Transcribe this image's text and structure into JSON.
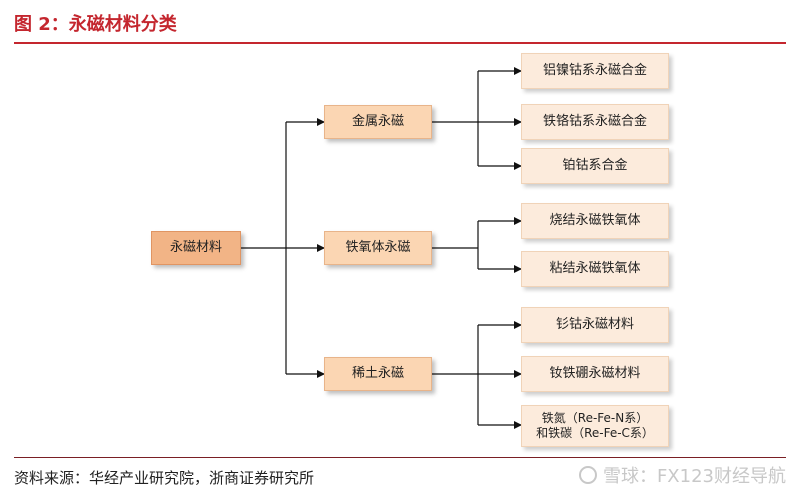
{
  "figure": {
    "title": "图 2：永磁材料分类",
    "source": "资料来源：华经产业研究院，浙商证券研究所",
    "watermark": "雪球：FX123财经导航"
  },
  "diagram": {
    "root": "永磁材料",
    "categories": [
      {
        "label": "金属永磁",
        "children": [
          "铝镍钴系永磁合金",
          "铁铬钴系永磁合金",
          "铂钴系合金"
        ]
      },
      {
        "label": "铁氧体永磁",
        "children": [
          "烧结永磁铁氧体",
          "粘结永磁铁氧体"
        ]
      },
      {
        "label": "稀土永磁",
        "children": [
          "钐钴永磁材料",
          "钕铁硼永磁材料",
          "铁氮（Re-Fe-N系）",
          "和铁碳（Re-Fe-C系）"
        ]
      }
    ]
  },
  "colors": {
    "title_red": "#c4262e",
    "root_fill": "#f2b486",
    "mid_fill": "#fbd6b3",
    "leaf_fill": "#fcebdc"
  }
}
